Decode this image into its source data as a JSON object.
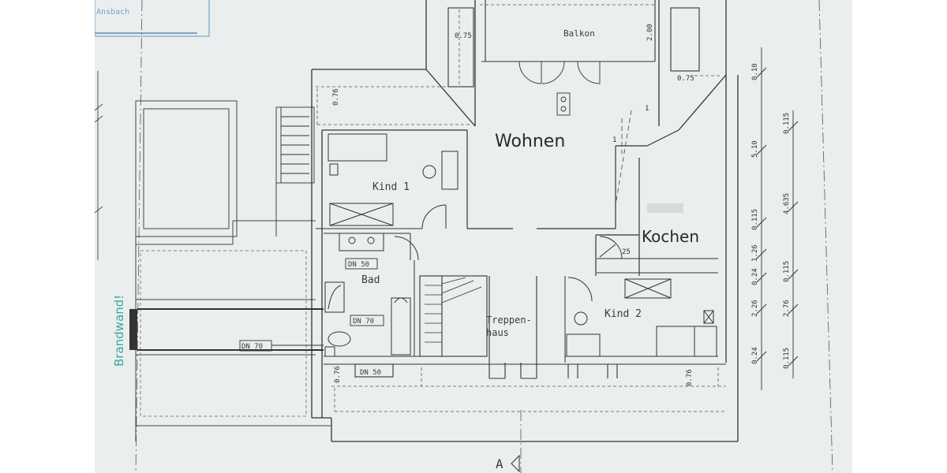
{
  "labels": {
    "balkon": "Balkon",
    "wohnen": "Wohnen",
    "kind1": "Kind 1",
    "kochen": "Kochen",
    "bad": "Bad",
    "treppen1": "Treppen-",
    "treppen2": "haus",
    "kind2": "Kind 2",
    "brandwand": "Brandwand!",
    "dn50_bad": "DN 50",
    "dn70_bad": "DN 70",
    "dn70_left": "DN 70",
    "dn50_bottom": "DN 50",
    "section_marker": "A",
    "stamp_text": "Ansbach"
  },
  "dims": {
    "d075_balkon_left": "0.75",
    "d200_balkon": "2.00",
    "d075_balkon_right": "0.75",
    "d076_top": "0.76",
    "d1_a": "1",
    "d1_b": "1",
    "d025": "25",
    "d076_bottom_left": "0.76",
    "d076_bottom_right": "0.76"
  },
  "right_dims": {
    "col1": [
      "0.10",
      "5.10",
      "0.115",
      "1.26",
      "0.24",
      "2.26",
      "0.24"
    ],
    "col2": [
      "0.115",
      "4.635",
      "0.115",
      "2.76",
      "0.115"
    ]
  },
  "colors": {
    "sheet": "#ebeeee",
    "line": "#3c3c3c",
    "brand_text": "#3aa7a0"
  }
}
